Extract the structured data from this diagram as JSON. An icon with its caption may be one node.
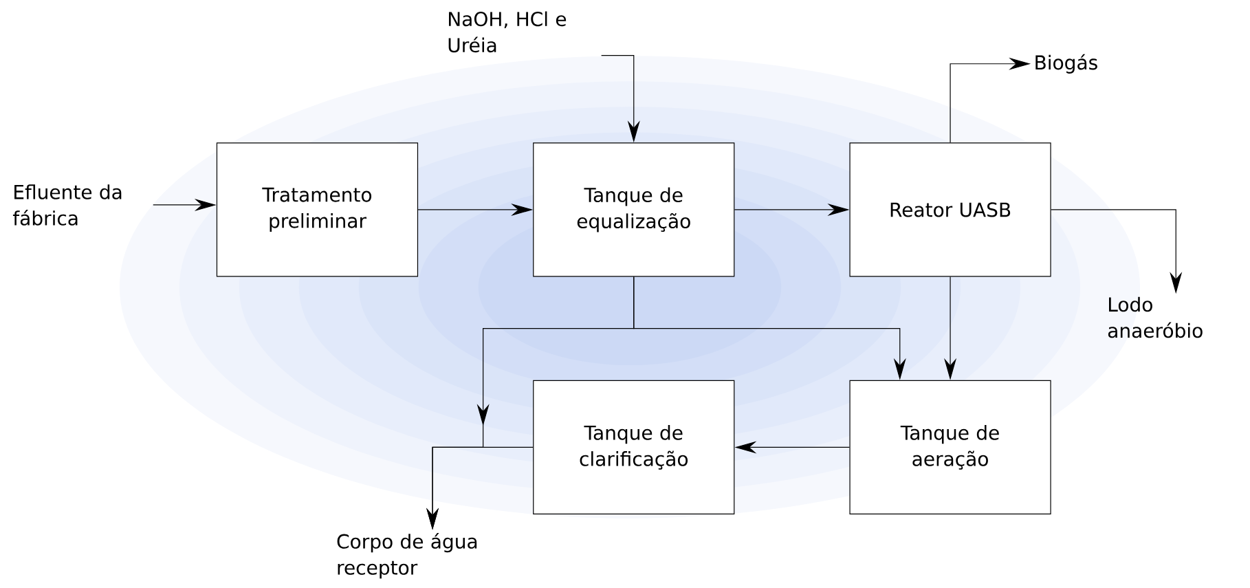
{
  "diagram": {
    "nodes": [
      {
        "text": [
          "Efluente da fábrica"
        ]
      },
      {
        "text": [
          "Tratamento preliminar"
        ]
      },
      {
        "text": [
          "Tanque de equalização"
        ]
      },
      {
        "text": [
          "Reator UASB"
        ]
      },
      {
        "text": [
          "Tanque de clarificação"
        ]
      },
      {
        "text": [
          "Tanque de aeração"
        ]
      },
      {
        "text": [
          "NaOH, HCl e Uréia"
        ]
      },
      {
        "text": [
          "Biogás"
        ]
      },
      {
        "text": [
          "Lodo anaeróbio"
        ]
      },
      {
        "text": [
          "Corpo de água receptor"
        ]
      }
    ],
    "edges": [
      {
        "from": 0,
        "to": 1,
        "arrow": "to"
      },
      {
        "from": 1,
        "to": 2,
        "arrow": "to"
      },
      {
        "from": 2,
        "to": 3,
        "arrow": "to"
      },
      {
        "from": 6,
        "to": 2,
        "arrow": "to"
      },
      {
        "from": 3,
        "to": 7,
        "arrow": "to"
      },
      {
        "from": 3,
        "to": 8,
        "arrow": "to"
      },
      {
        "from": 3,
        "to": 5,
        "arrow": "to"
      },
      {
        "from": 2,
        "to": 5,
        "arrow": "to"
      },
      {
        "from": 2,
        "to": 9,
        "arrow": "to"
      },
      {
        "from": 5,
        "to": 4,
        "arrow": "to"
      },
      {
        "from": 4,
        "to": 9,
        "arrow": "to"
      }
    ]
  }
}
